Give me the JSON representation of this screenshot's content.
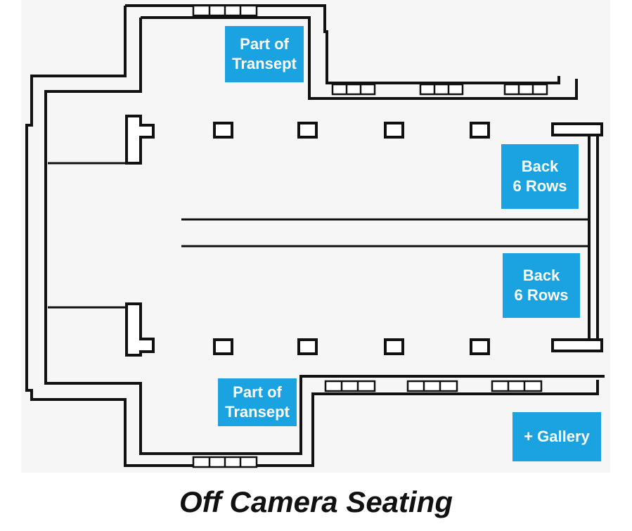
{
  "labels": {
    "transept_top": {
      "line1": "Part of",
      "line2": "Transept"
    },
    "back_upper": {
      "line1": "Back",
      "line2": "6 Rows"
    },
    "back_lower": {
      "line1": "Back",
      "line2": "6 Rows"
    },
    "transept_bottom": {
      "line1": "Part of",
      "line2": "Transept"
    },
    "gallery": {
      "line1": "+ Gallery"
    }
  },
  "caption": "Off Camera Seating",
  "colors": {
    "label_background": "#1aa3e0",
    "label_text": "#ffffff",
    "wall": "#111111",
    "floor": "#f6f6f6"
  }
}
